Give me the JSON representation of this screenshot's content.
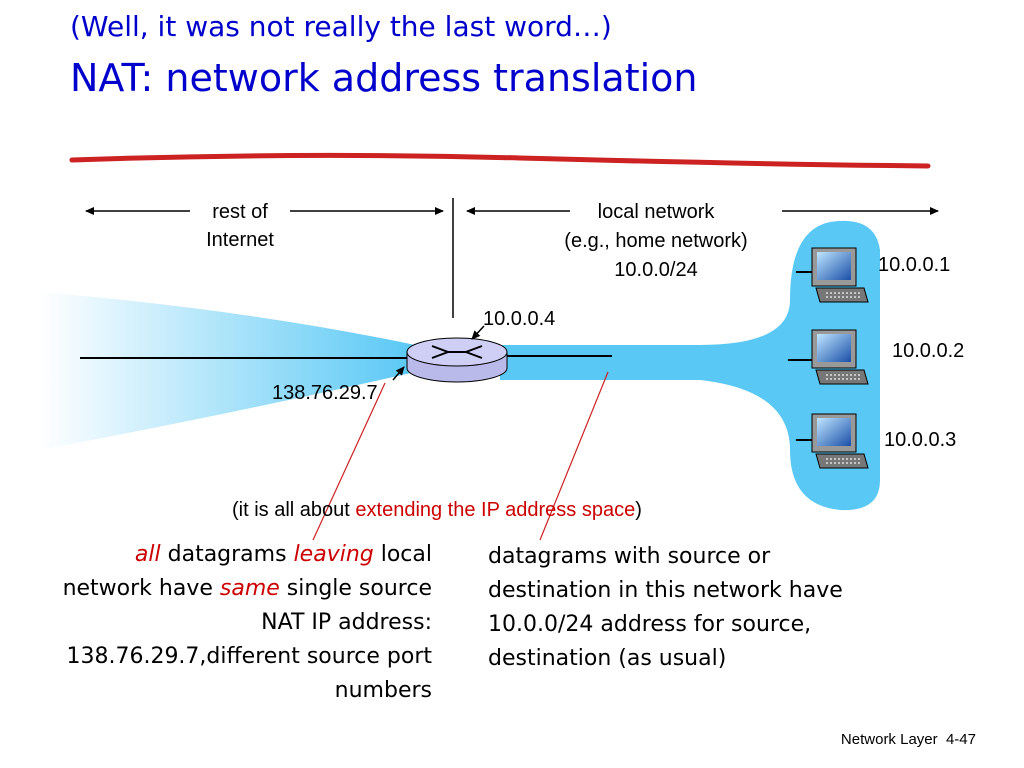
{
  "title": {
    "line1": "(Well, it was not really the last word…)",
    "line2": "NAT: network address translation"
  },
  "labels": {
    "rest_line1": "rest of",
    "rest_line2": "Internet",
    "local_line1": "local network",
    "local_line2": "(e.g., home network)",
    "local_line3": "10.0.0/24",
    "router_inside_ip": "10.0.0.4",
    "router_outside_ip": "138.76.29.7",
    "host1_ip": "10.0.0.1",
    "host2_ip": "10.0.0.2",
    "host3_ip": "10.0.0.3"
  },
  "caption": {
    "prefix": "(it is all about ",
    "highlight": "extending the IP address space",
    "suffix": ")"
  },
  "left_note": {
    "w1": "all",
    "t1": " datagrams ",
    "w2": "leaving",
    "t2": " local network have ",
    "w3": "same",
    "t3": " single source NAT IP address: 138.76.29.7,different source port numbers"
  },
  "right_note": "datagrams with source or destination in this network have 10.0.0/24 address for source, destination (as usual)",
  "footer": {
    "section": "Network Layer",
    "page": "4-47"
  },
  "colors": {
    "title": "#0000cc",
    "highlight": "#cc0000",
    "network_fill": "#59c8f5"
  }
}
